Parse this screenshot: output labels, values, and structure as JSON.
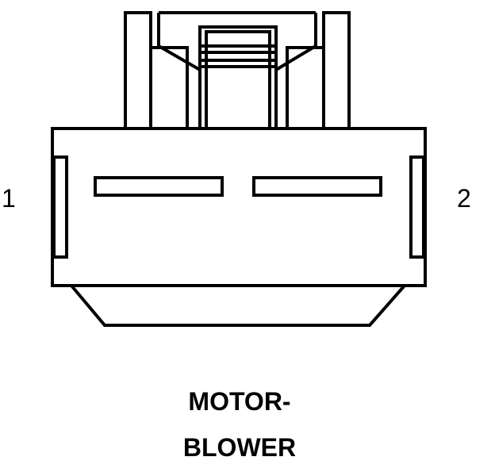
{
  "connector": {
    "pin_left": "1",
    "pin_right": "2",
    "name_line1": "MOTOR-",
    "name_line2": "BLOWER"
  },
  "colors": {
    "stroke": "#000000",
    "background": "#ffffff"
  }
}
